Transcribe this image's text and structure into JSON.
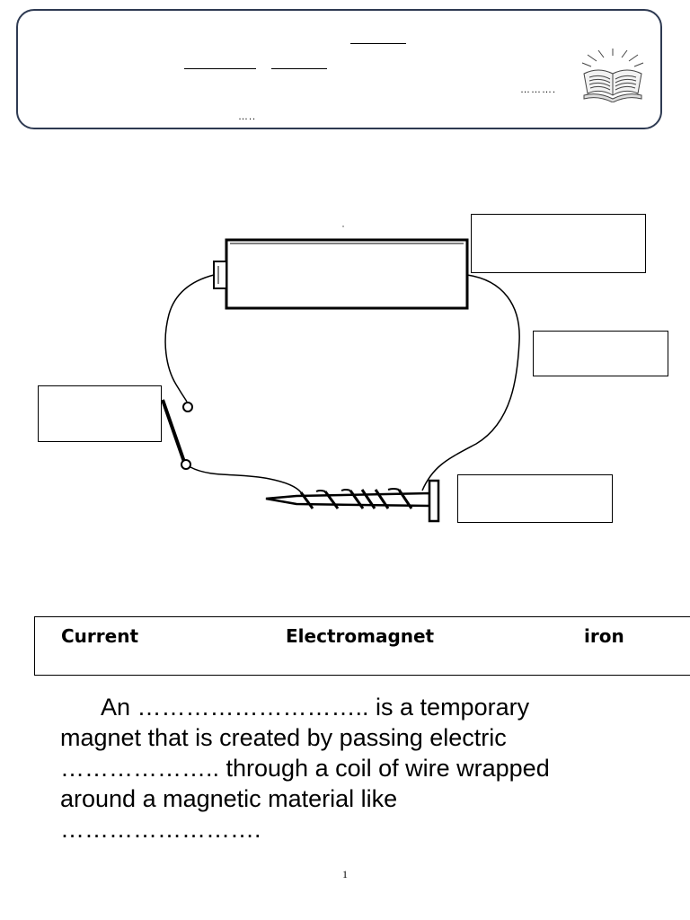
{
  "header": {
    "dots_right": "……….",
    "dots_bottom": "….."
  },
  "word_bank": [
    "Current",
    "Electromagnet",
    "iron"
  ],
  "paragraph": {
    "line1": "An ……………………….. is a temporary",
    "line2": "magnet that is created by passing electric",
    "line3": "……………….. through a coil of wire wrapped",
    "line4": "around a magnetic material like",
    "line5": "……………………."
  },
  "footer": {
    "page_number": "1"
  }
}
